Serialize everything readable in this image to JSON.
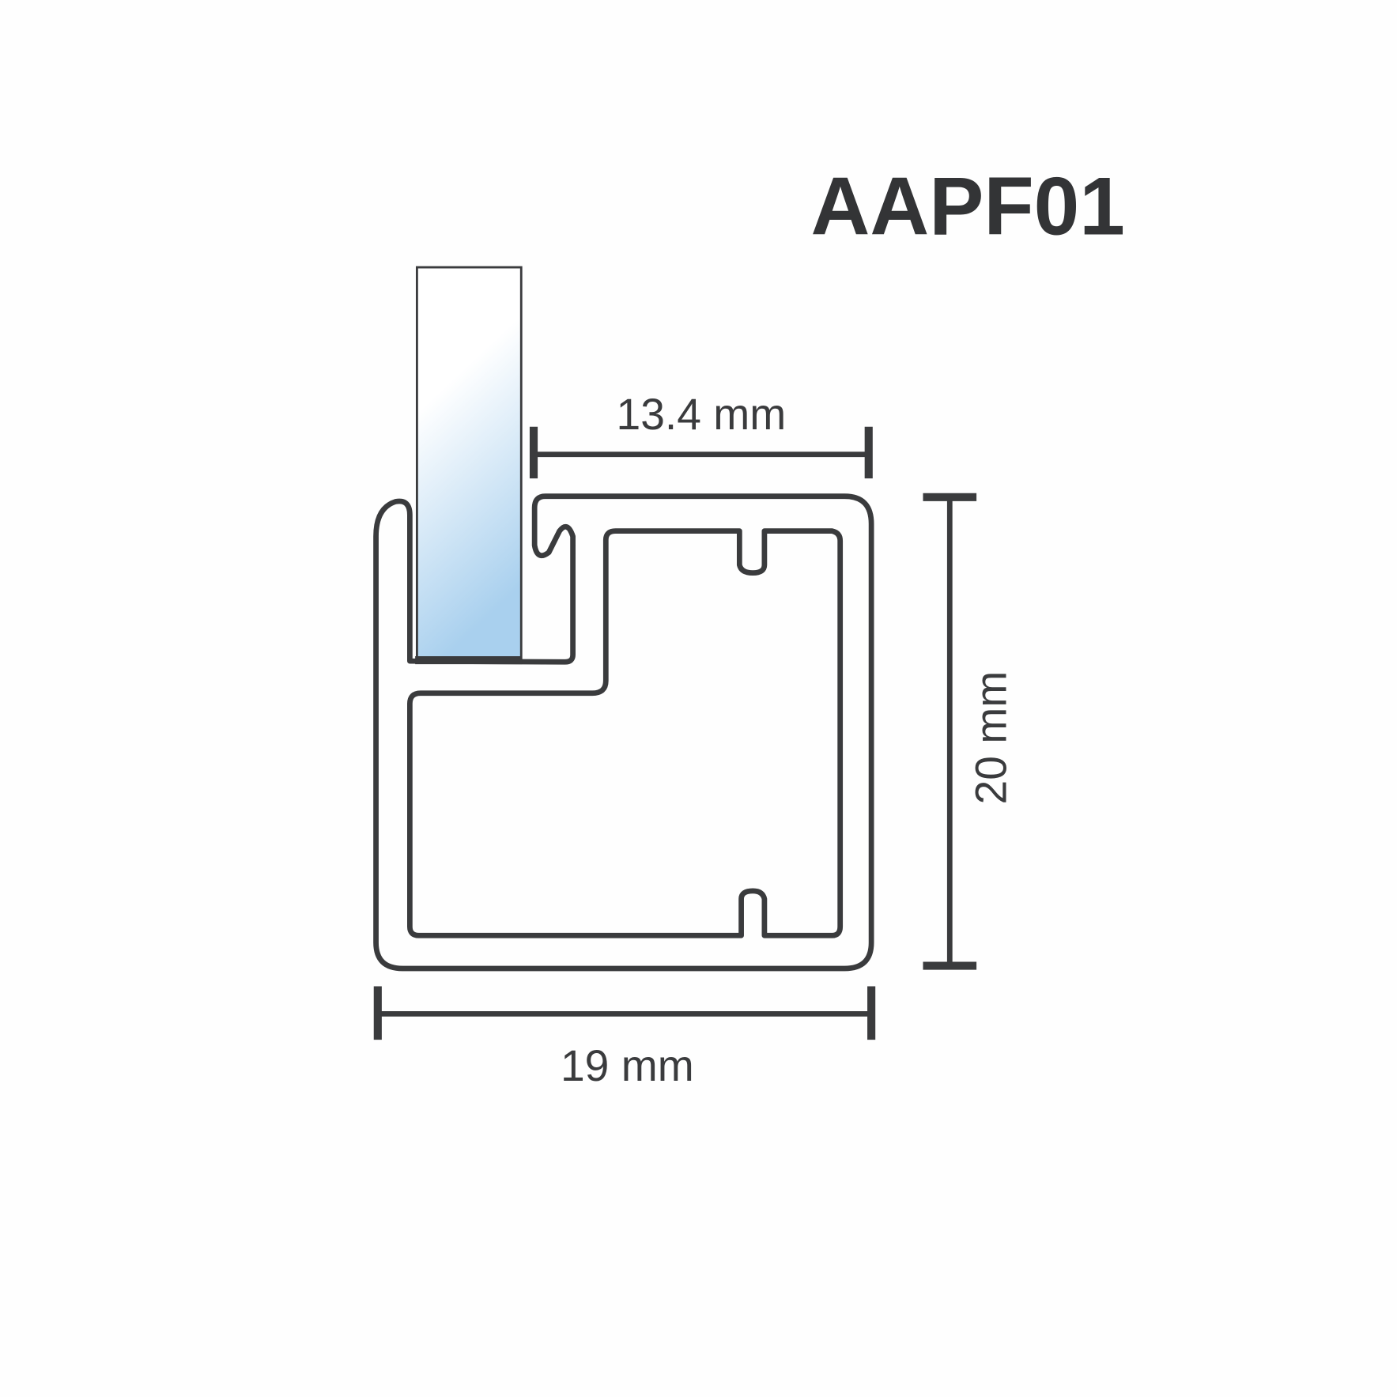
{
  "title": "AAPF01",
  "dimensions": {
    "glass_gap": "13.4 mm",
    "height": "20 mm",
    "width": "19 mm"
  },
  "colors": {
    "stroke": "#3a3b3d",
    "glass_bottom": "#a9d0ee",
    "glass_top": "#ffffff"
  }
}
